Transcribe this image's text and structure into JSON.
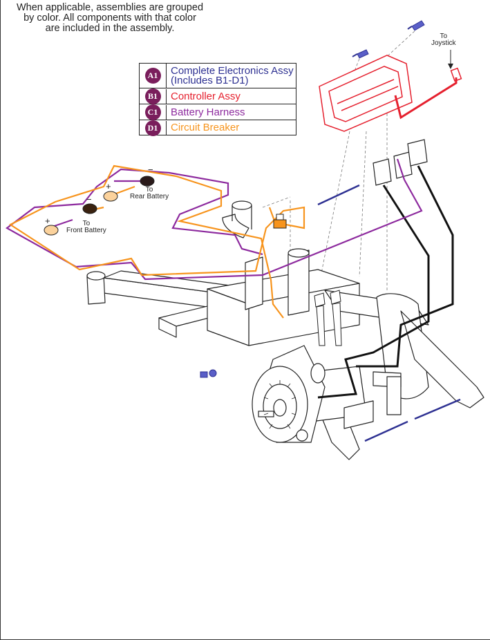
{
  "note": {
    "line1": "When applicable, assemblies are grouped",
    "line2": "by color. All components with that color",
    "line3": "are included in the assembly."
  },
  "legend": [
    {
      "badge": "A1",
      "lines": [
        "Complete Electronics Assy",
        "(Includes B1-D1)"
      ],
      "color": "#2e3192"
    },
    {
      "badge": "B1",
      "lines": [
        "Controller Assy"
      ],
      "color": "#e5202e"
    },
    {
      "badge": "C1",
      "lines": [
        "Battery Harness"
      ],
      "color": "#8d2a9e"
    },
    {
      "badge": "D1",
      "lines": [
        "Circuit Breaker"
      ],
      "color": "#f7941d"
    }
  ],
  "callouts": {
    "joystick": [
      "To",
      "Joystick"
    ],
    "rear_battery": [
      "To",
      "Rear Battery"
    ],
    "front_battery": [
      "To",
      "Front Battery"
    ],
    "plus": "+",
    "minus": "−"
  },
  "colors": {
    "controller": "#e5202e",
    "harness": "#8d2a9e",
    "breaker": "#f7941d",
    "hardware": "#2e3192",
    "badge": "#7a1e5c",
    "outline": "#222222"
  }
}
